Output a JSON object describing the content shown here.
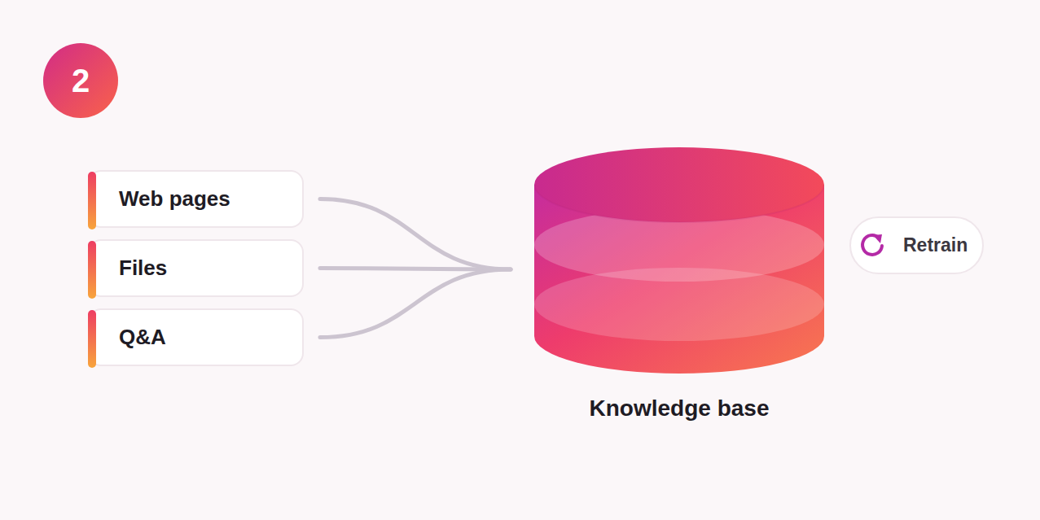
{
  "diagram": {
    "nodes": [
      {
        "text": [
          "2"
        ]
      },
      {
        "text": [
          "Web pages"
        ]
      },
      {
        "text": [
          "Files"
        ]
      },
      {
        "text": [
          "Q&A"
        ]
      },
      {
        "text": [
          "Knowledge base"
        ]
      },
      {
        "text": [
          "Retrain"
        ]
      }
    ],
    "edges": [
      {
        "from": 1,
        "to": 4,
        "arrow": "none"
      },
      {
        "from": 2,
        "to": 4,
        "arrow": "none"
      },
      {
        "from": 3,
        "to": 4,
        "arrow": "none"
      }
    ]
  }
}
